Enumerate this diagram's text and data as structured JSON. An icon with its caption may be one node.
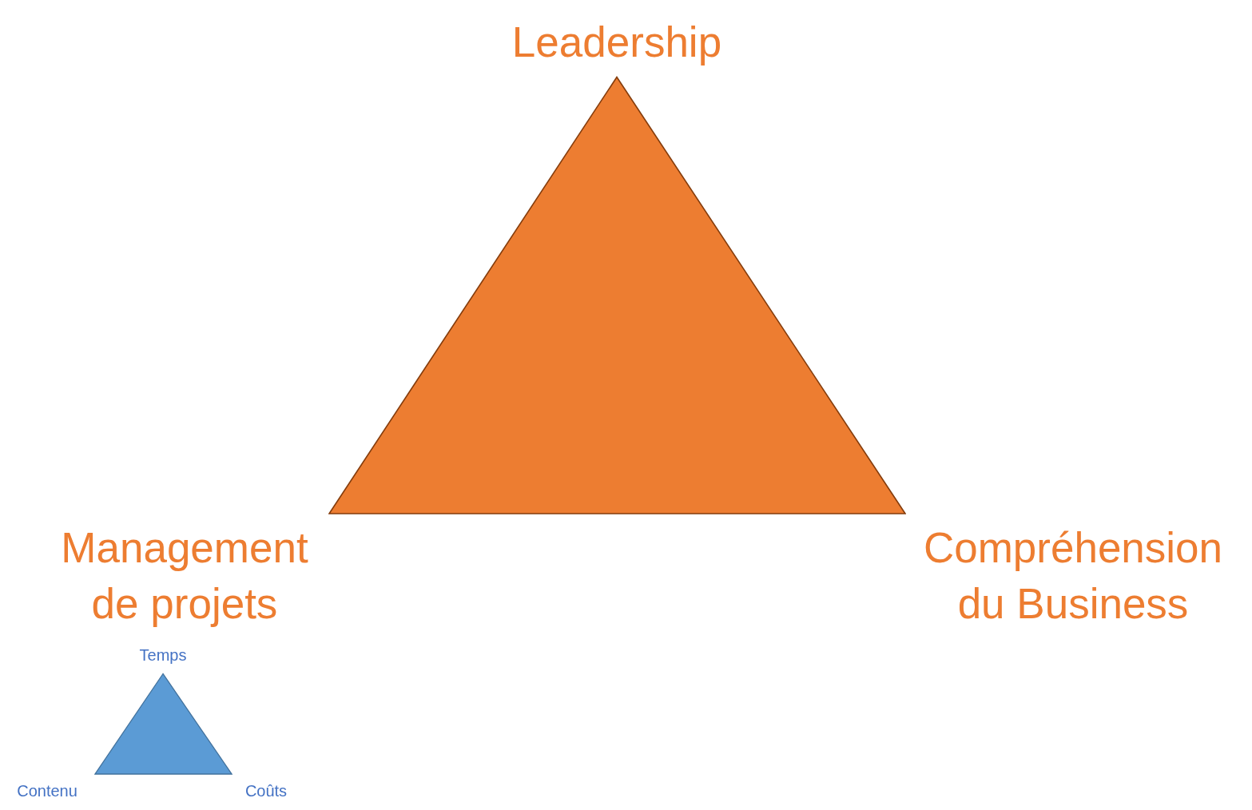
{
  "diagram": {
    "nodes": [
      {
        "text": [],
        "shape": "triangle",
        "beside": [
          "Leadership",
          "Management de projets",
          "Compréhension du Business"
        ]
      },
      {
        "text": [],
        "shape": "triangle",
        "beside": [
          "Temps",
          "Contenu",
          "Coûts"
        ]
      }
    ]
  }
}
